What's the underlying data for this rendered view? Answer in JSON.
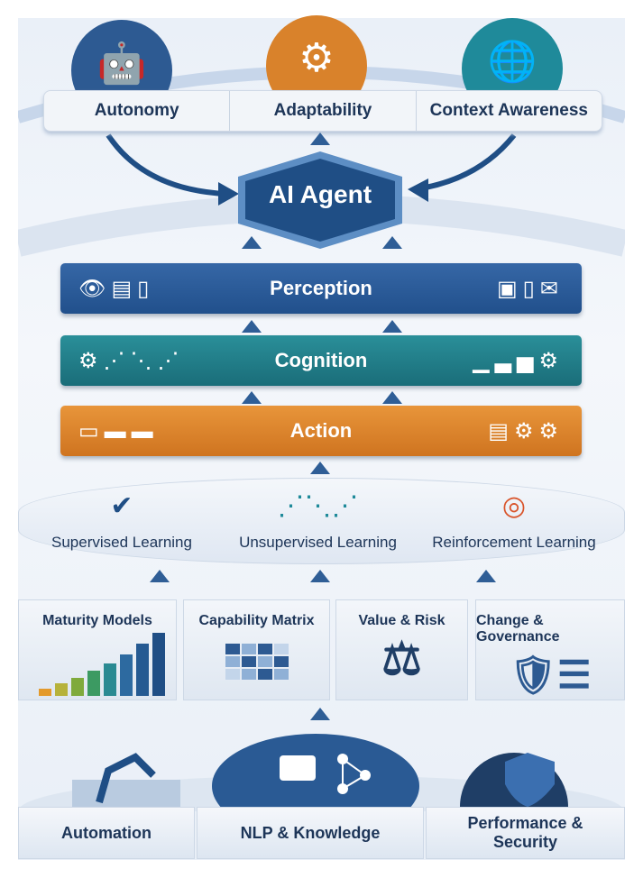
{
  "traits": [
    {
      "label": "Autonomy",
      "icon": "robot-icon",
      "color": "#2d5a92"
    },
    {
      "label": "Adaptability",
      "icon": "gear-cycle-icon",
      "color": "#d9822b"
    },
    {
      "label": "Context Awareness",
      "icon": "globe-user-icon",
      "color": "#1f8a9a"
    }
  ],
  "core": {
    "label": "AI Agent",
    "color": "#1f4e85"
  },
  "layers": [
    {
      "label": "Perception",
      "color": "#2a5a98"
    },
    {
      "label": "Cognition",
      "color": "#1f7f8a"
    },
    {
      "label": "Action",
      "color": "#d9802a"
    }
  ],
  "learning": [
    "Supervised Learning",
    "Unsupervised Learning",
    "Reinforcement Learning"
  ],
  "frameworks": [
    "Maturity Models",
    "Capability Matrix",
    "Value & Risk",
    "Change & Governance"
  ],
  "foundations": [
    "Automation",
    "NLP & Knowledge",
    "Performance & Security"
  ]
}
